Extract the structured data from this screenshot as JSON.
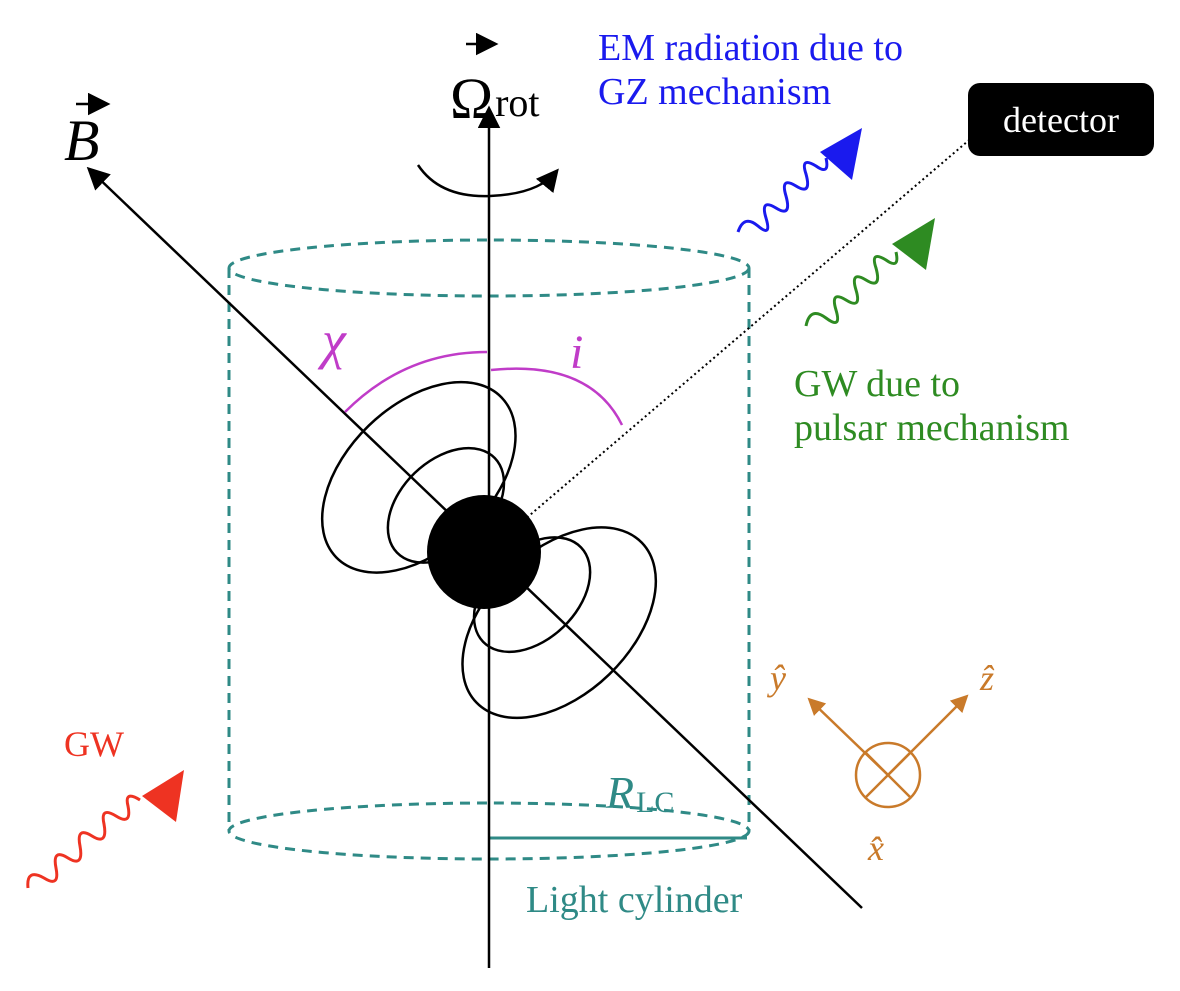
{
  "labels": {
    "b_vector": "B",
    "omega": "Ω",
    "omega_sub": "rot",
    "chi": "χ",
    "incl": "i",
    "em_line1": "EM radiation due to",
    "em_line2": "GZ mechanism",
    "detector": "detector",
    "gw_pulsar_line1": "GW due to",
    "gw_pulsar_line2": "pulsar mechanism",
    "gw": "GW",
    "r_lc": "R",
    "r_lc_sub": "LC",
    "light_cylinder": "Light cylinder",
    "y_hat": "ŷ",
    "z_hat": "ẑ",
    "x_hat": "x̂"
  },
  "colors": {
    "em": "#1a1aee",
    "gw_pulsar": "#2e8b22",
    "gw": "#ee3322",
    "cylinder": "#2f8a86",
    "angle": "#c03cc8",
    "axes": "#c97a2a",
    "ink": "#000000"
  },
  "icons": {
    "detector": "detector-box-icon",
    "coordinate_triad": "axes-triad-icon"
  }
}
